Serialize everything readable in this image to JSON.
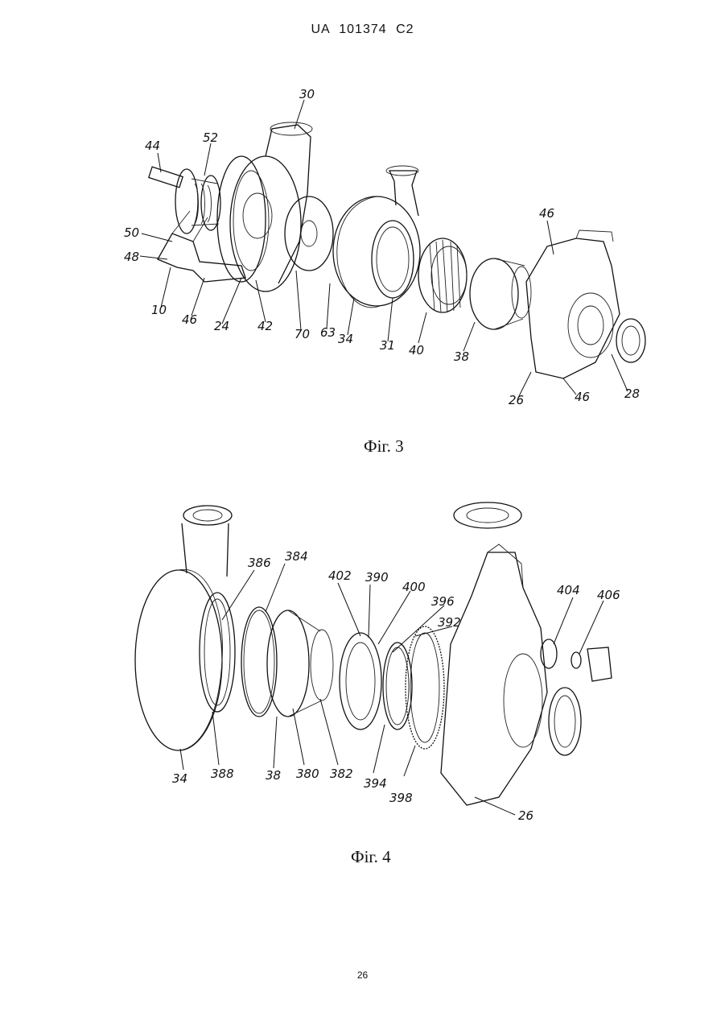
{
  "header": {
    "patent": "UA 101374 C2"
  },
  "figures": [
    {
      "caption": "Фіг. 3",
      "labels": [
        "30",
        "44",
        "52",
        "50",
        "48",
        "10",
        "46",
        "24",
        "42",
        "70",
        "63",
        "34",
        "31",
        "40",
        "38",
        "46",
        "26",
        "46",
        "28"
      ]
    },
    {
      "caption": "Фіг. 4",
      "labels": [
        "386",
        "384",
        "402",
        "390",
        "400",
        "396",
        "392",
        "404",
        "406",
        "34",
        "388",
        "38",
        "380",
        "382",
        "394",
        "398",
        "26"
      ]
    }
  ],
  "footer": {
    "page_number": "26"
  }
}
